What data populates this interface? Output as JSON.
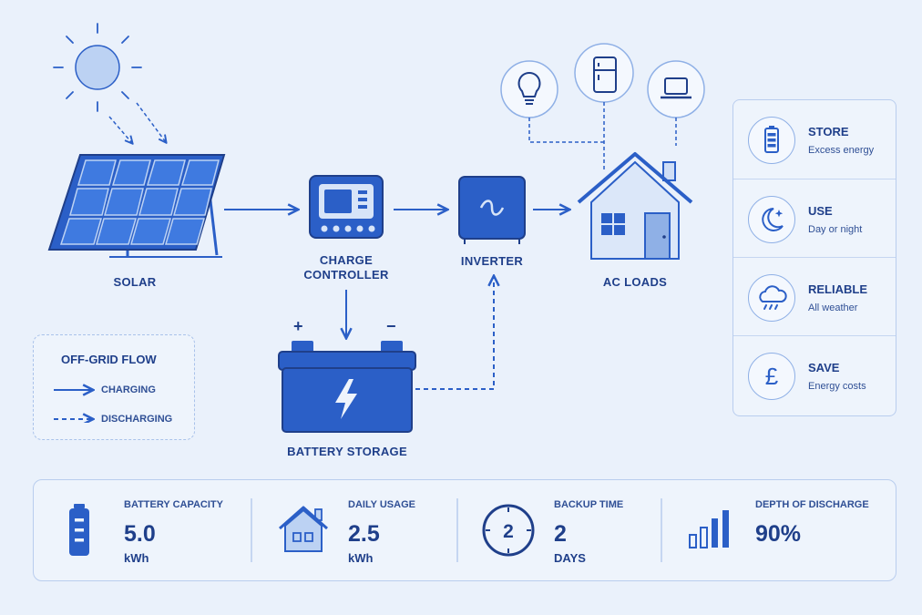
{
  "diagram": {
    "nodes": {
      "solar": "SOLAR",
      "charge_controller_line1": "CHARGE",
      "charge_controller_line2": "CONTROLLER",
      "inverter": "INVERTER",
      "ac_loads": "AC LOADS",
      "battery": "BATTERY STORAGE"
    },
    "battery_terminals": {
      "positive": "+",
      "negative": "−"
    },
    "appliances": [
      "lightbulb-icon",
      "fridge-icon",
      "laptop-icon"
    ],
    "colors": {
      "primary": "#2b5fc7",
      "dark": "#1f3f8a",
      "light": "#8fb0e6",
      "background": "#eaf1fb"
    }
  },
  "legend": {
    "title": "OFF-GRID FLOW",
    "items": [
      {
        "style": "solid",
        "label": "CHARGING"
      },
      {
        "style": "dashed",
        "label": "DISCHARGING"
      }
    ]
  },
  "benefits": [
    {
      "icon": "battery-icon",
      "title": "STORE",
      "subtitle": "Excess energy"
    },
    {
      "icon": "moon-icon",
      "title": "USE",
      "subtitle": "Day or night"
    },
    {
      "icon": "cloud-rain-icon",
      "title": "RELIABLE",
      "subtitle": "All weather"
    },
    {
      "icon": "pound-icon",
      "title": "SAVE",
      "subtitle": "Energy costs"
    }
  ],
  "stats": [
    {
      "icon": "battery-icon",
      "title": "BATTERY CAPACITY",
      "value": "5.0",
      "unit": "kWh"
    },
    {
      "icon": "house-icon",
      "title": "DAILY USAGE",
      "value": "2.5",
      "unit": "kWh"
    },
    {
      "icon": "clock-icon",
      "title": "BACKUP TIME",
      "value": "2",
      "unit": "DAYS",
      "icon_text": "2"
    },
    {
      "icon": "signal-bars-icon",
      "title": "DEPTH OF DISCHARGE",
      "value": "90%",
      "unit": ""
    }
  ]
}
